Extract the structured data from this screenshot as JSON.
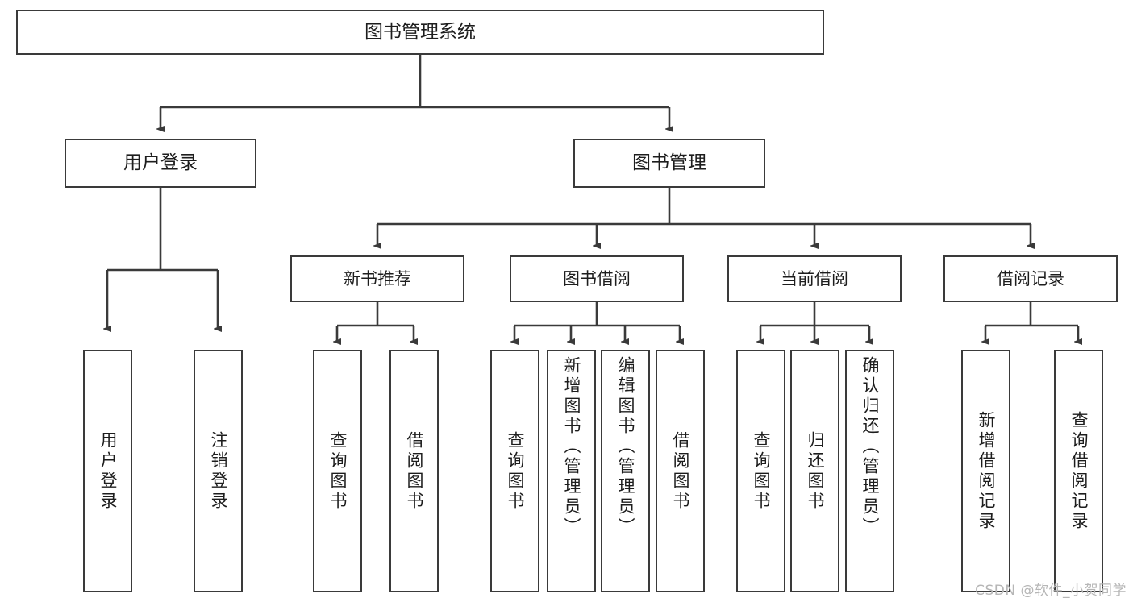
{
  "diagram": {
    "title": "图书管理系统",
    "watermark": "CSDN @软件_小贺同学",
    "root": {
      "label": "图书管理系统"
    },
    "level1": [
      {
        "label": "用户登录"
      },
      {
        "label": "图书管理"
      }
    ],
    "level2": [
      {
        "label": "新书推荐"
      },
      {
        "label": "图书借阅"
      },
      {
        "label": "当前借阅"
      },
      {
        "label": "借阅记录"
      }
    ],
    "leaves": [
      {
        "label": "用户登录",
        "parent": "用户登录"
      },
      {
        "label": "注销登录",
        "parent": "用户登录"
      },
      {
        "label": "查询图书",
        "parent": "新书推荐"
      },
      {
        "label": "借阅图书",
        "parent": "新书推荐"
      },
      {
        "label": "查询图书",
        "parent": "图书借阅"
      },
      {
        "label": "新增图书（管理员）",
        "parent": "图书借阅"
      },
      {
        "label": "编辑图书（管理员）",
        "parent": "图书借阅"
      },
      {
        "label": "借阅图书",
        "parent": "图书借阅"
      },
      {
        "label": "查询图书",
        "parent": "当前借阅"
      },
      {
        "label": "归还图书",
        "parent": "当前借阅"
      },
      {
        "label": "确认归还（管理员）",
        "parent": "当前借阅"
      },
      {
        "label": "新增借阅记录",
        "parent": "借阅记录"
      },
      {
        "label": "查询借阅记录",
        "parent": "借阅记录"
      }
    ],
    "colors": {
      "stroke": "#3a3a3a",
      "fill": "#ffffff",
      "text": "#1d1d1d",
      "watermark": "#b6b6b6"
    }
  }
}
